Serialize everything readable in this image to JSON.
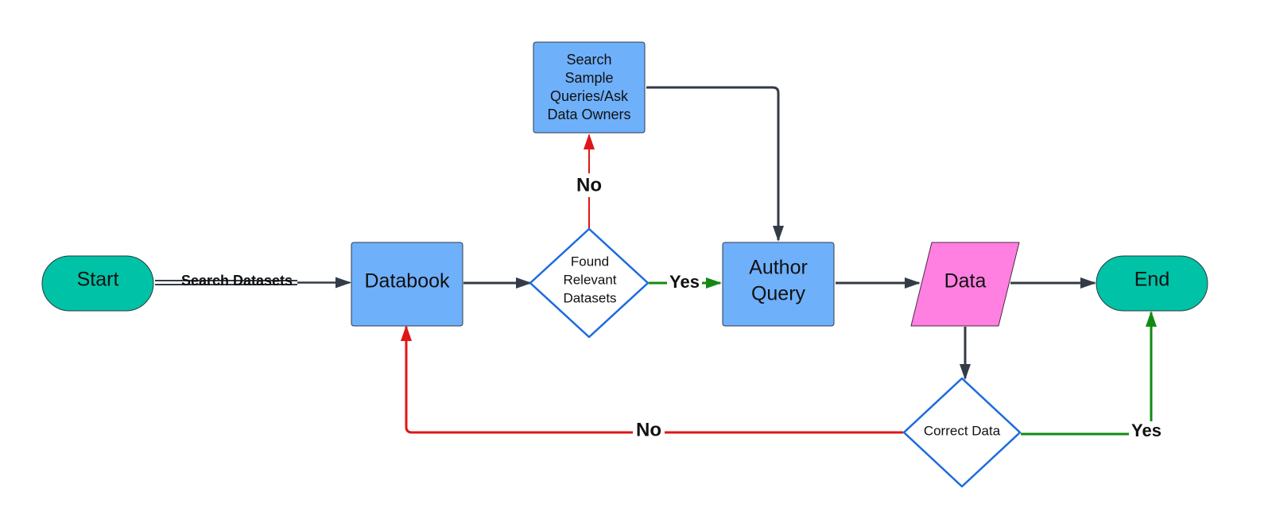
{
  "colors": {
    "terminal": "#00c2a6",
    "process": "#6fb0fb",
    "data": "#ff80e0",
    "decision_stroke": "#1a6be0",
    "arrow_dark": "#333b47",
    "arrow_no": "#e01515",
    "arrow_yes": "#128a12"
  },
  "nodes": {
    "start": {
      "label": "Start"
    },
    "databook": {
      "label": "Databook"
    },
    "found_relevant": {
      "lines": [
        "Found",
        "Relevant",
        "Datasets"
      ]
    },
    "search_sample": {
      "lines": [
        "Search",
        "Sample",
        "Queries/Ask",
        "Data Owners"
      ]
    },
    "author_query": {
      "lines": [
        "Author",
        "Query"
      ]
    },
    "data": {
      "label": "Data"
    },
    "end": {
      "label": "End"
    },
    "correct_data": {
      "label": "Correct Data"
    }
  },
  "edges": {
    "search_datasets": "Search Datasets",
    "found_no": "No",
    "found_yes": "Yes",
    "correct_no": "No",
    "correct_yes": "Yes"
  }
}
